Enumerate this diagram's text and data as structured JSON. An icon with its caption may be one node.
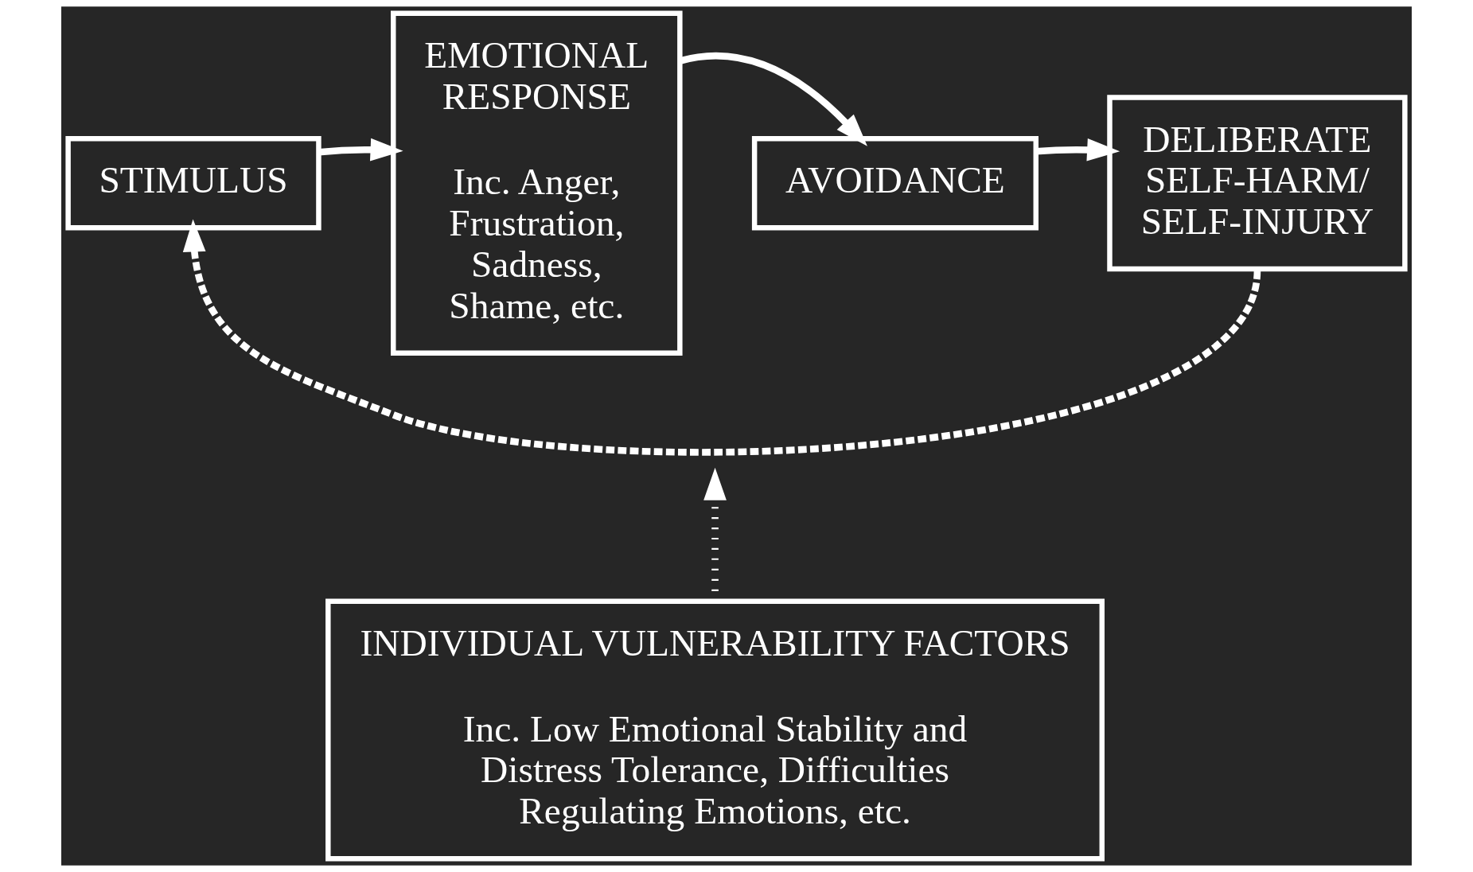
{
  "diagram": {
    "nodes": [
      {
        "text": [
          "STIMULUS"
        ]
      },
      {
        "text": [
          "EMOTIONAL RESPONSE",
          "Inc. Anger, Frustration, Sadness, Shame, etc."
        ]
      },
      {
        "text": [
          "AVOIDANCE"
        ]
      },
      {
        "text": [
          "DELIBERATE SELF-HARM/ SELF-INJURY"
        ]
      },
      {
        "text": [
          "INDIVIDUAL VULNERABILITY FACTORS",
          "Inc. Low Emotional Stability and Distress Tolerance, Difficulties Regulating Emotions, etc."
        ]
      }
    ],
    "edges": [
      {
        "from": 0,
        "to": 1,
        "arrow": "to"
      },
      {
        "from": 1,
        "to": 2,
        "arrow": "to"
      },
      {
        "from": 2,
        "to": 3,
        "arrow": "to"
      },
      {
        "from": 4,
        "to": null,
        "arrow": "to",
        "style": "dashed"
      },
      {
        "from": 3,
        "to": 0,
        "arrow": "to",
        "style": "dashed"
      }
    ]
  }
}
